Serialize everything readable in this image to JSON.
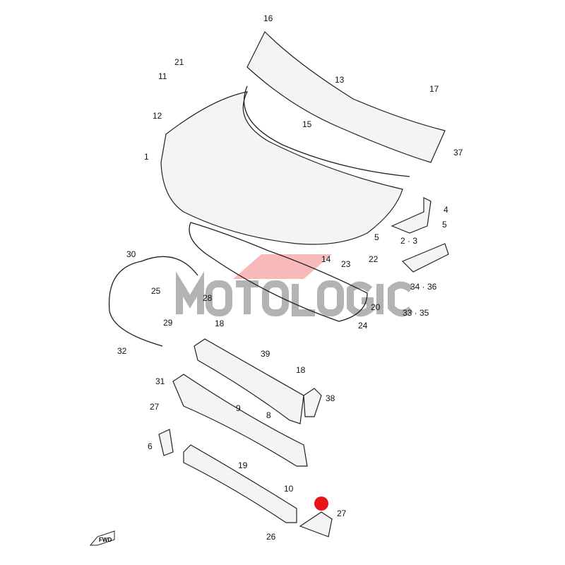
{
  "diagram": {
    "watermark": "MOTOLOGIC",
    "fwd_label": "FWD",
    "highlight_color": "#e8141c",
    "labels": [
      "16",
      "21",
      "11",
      "12",
      "13",
      "17",
      "15",
      "1",
      "37",
      "4",
      "5",
      "5",
      "2 · 3",
      "22",
      "14",
      "23",
      "30",
      "25",
      "28",
      "34 · 36",
      "20",
      "33 · 35",
      "24",
      "18",
      "29",
      "39",
      "32",
      "18",
      "31",
      "38",
      "27",
      "9",
      "8",
      "6",
      "19",
      "10",
      "27",
      "26"
    ]
  }
}
